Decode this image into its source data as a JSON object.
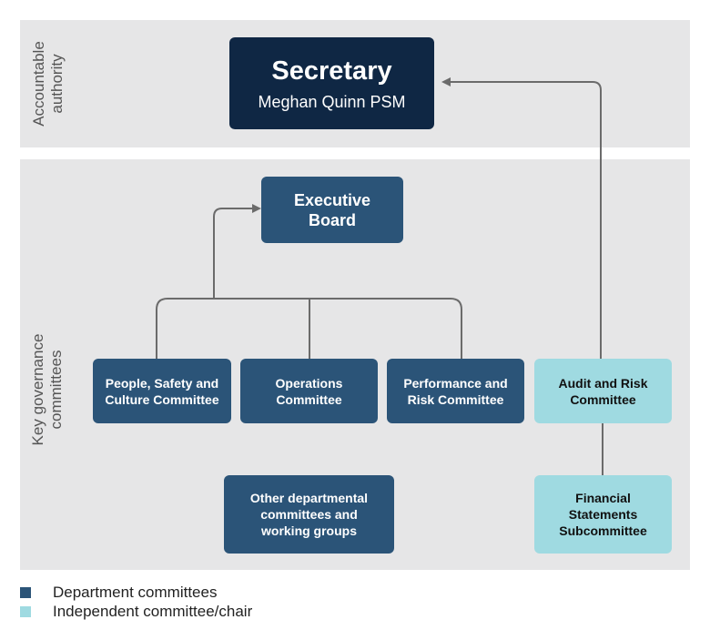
{
  "bands": {
    "top_label": "Accountable authority",
    "top_label_lines": [
      "Accountable",
      "authority"
    ],
    "bottom_label_lines": [
      "Key governance",
      "committees"
    ]
  },
  "secretary": {
    "title": "Secretary",
    "name": "Meghan Quinn PSM"
  },
  "executive_board": {
    "lines": [
      "Executive",
      "Board"
    ]
  },
  "committees": {
    "people": [
      "People, Safety and",
      "Culture Committee"
    ],
    "operations": [
      "Operations",
      "Committee"
    ],
    "performance": [
      "Performance and",
      "Risk Committee"
    ],
    "audit": [
      "Audit and Risk",
      "Committee"
    ],
    "other": [
      "Other departmental",
      "committees and",
      "working groups"
    ],
    "financial": [
      "Financial",
      "Statements",
      "Subcommittee"
    ]
  },
  "legend": {
    "department": "Department committees",
    "independent": "Independent committee/chair"
  },
  "colors": {
    "department": "#2b5478",
    "independent": "#9fdae1",
    "secretary": "#0f2744",
    "connector": "#6b6b6b"
  }
}
